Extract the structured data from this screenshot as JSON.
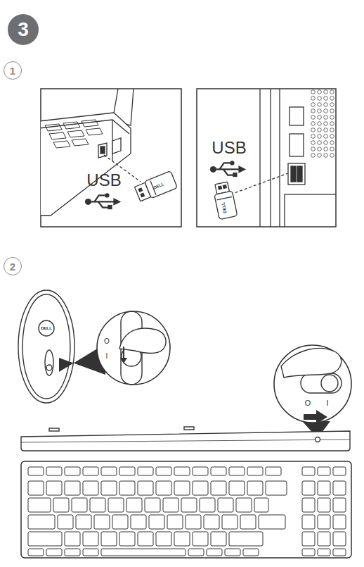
{
  "diagram": {
    "nodes": [
      {
        "text": [
          "3"
        ]
      },
      {
        "text": [
          "1"
        ]
      },
      {
        "text": [
          "2"
        ]
      }
    ],
    "labels": [
      "USB",
      "USB",
      "DELL",
      "DELL",
      "DELL",
      "O",
      "I",
      "O",
      "I"
    ]
  }
}
